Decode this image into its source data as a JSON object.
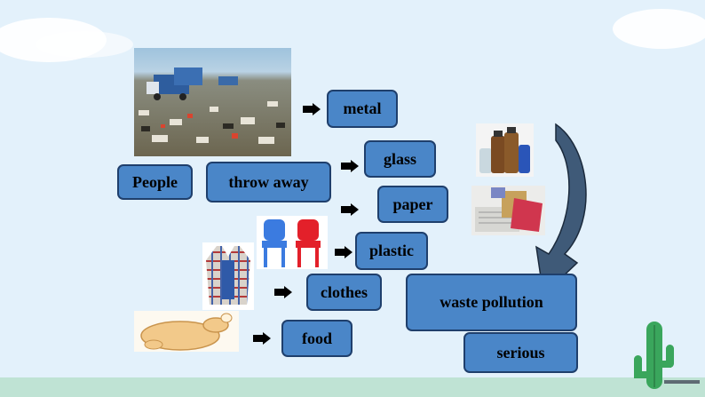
{
  "words": {
    "people": "People",
    "throw_away": "throw away",
    "metal": "metal",
    "glass": "glass",
    "paper": "paper",
    "plastic": "plastic",
    "clothes": "clothes",
    "food": "food",
    "waste_pollution": "waste pollution",
    "serious": "serious"
  },
  "colors": {
    "box_fill": "#4a86c8",
    "box_border": "#1f3f6c",
    "background": "#e3f1fb",
    "big_arrow": "#3f5a78"
  }
}
